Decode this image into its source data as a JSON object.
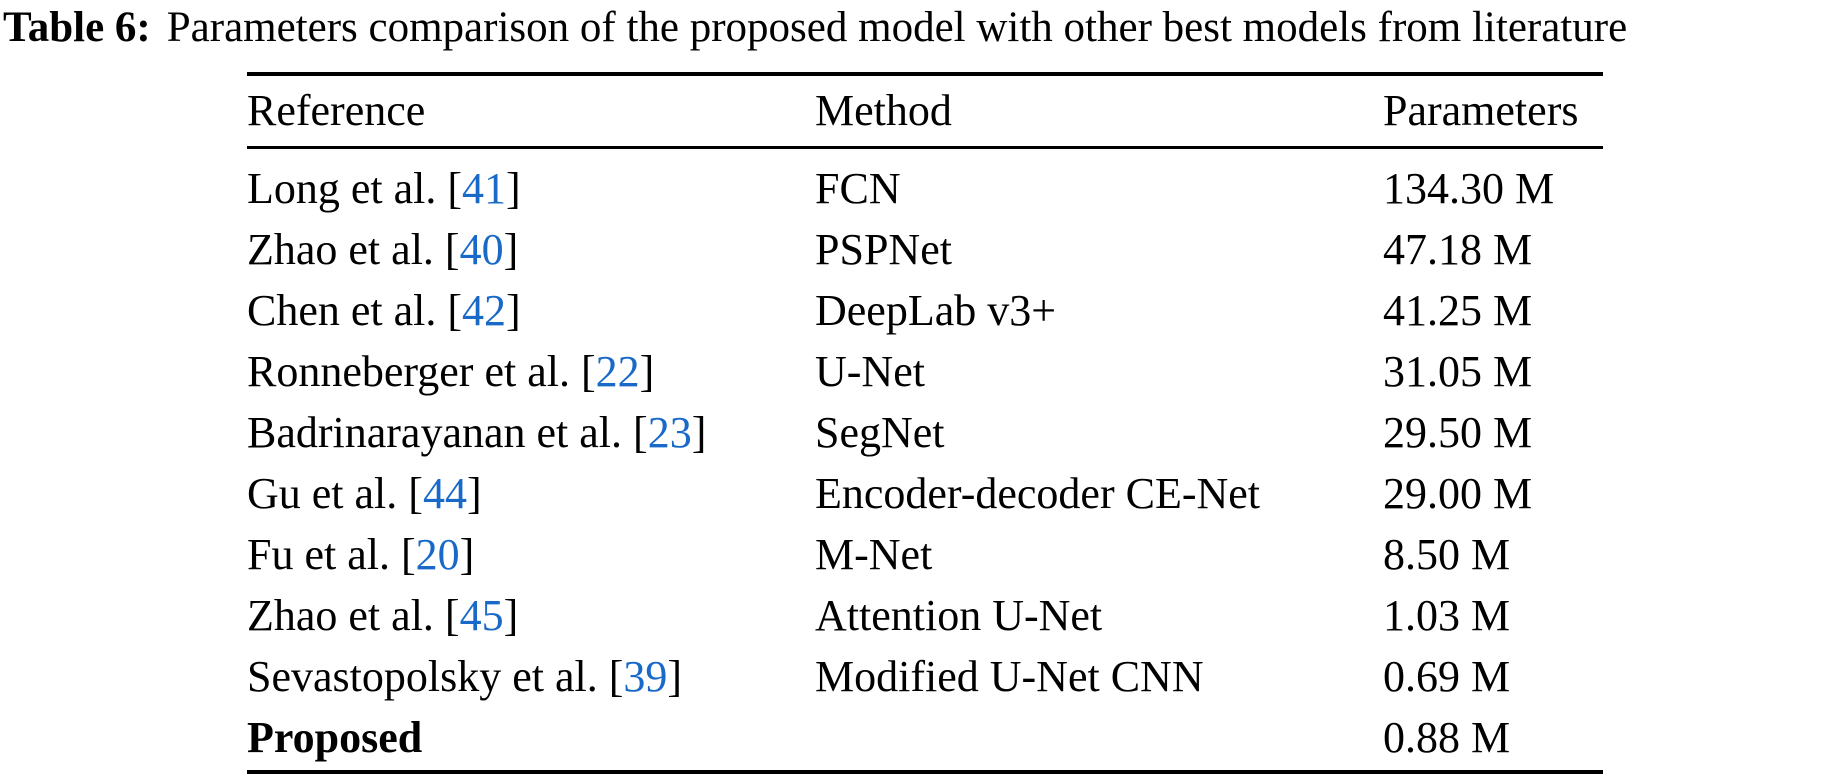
{
  "caption": {
    "label": "Table 6:",
    "text": "Parameters comparison of the proposed model with other best models from literature"
  },
  "table": {
    "columns": [
      "Reference",
      "Method",
      "Parameters"
    ],
    "rows": [
      {
        "reference": "Long et al.",
        "cite": "41",
        "method": "FCN",
        "parameters": "134.30 M",
        "bold": false
      },
      {
        "reference": "Zhao et al.",
        "cite": "40",
        "method": "PSPNet",
        "parameters": "47.18 M",
        "bold": false
      },
      {
        "reference": "Chen et al.",
        "cite": "42",
        "method": "DeepLab v3+",
        "parameters": "41.25 M",
        "bold": false
      },
      {
        "reference": "Ronneberger et al.",
        "cite": "22",
        "method": "U-Net",
        "parameters": "31.05 M",
        "bold": false
      },
      {
        "reference": "Badrinarayanan et al.",
        "cite": "23",
        "method": "SegNet",
        "parameters": "29.50 M",
        "bold": false
      },
      {
        "reference": "Gu et al.",
        "cite": "44",
        "method": "Encoder-decoder CE-Net",
        "parameters": "29.00 M",
        "bold": false
      },
      {
        "reference": "Fu et al.",
        "cite": "20",
        "method": "M-Net",
        "parameters": "8.50 M",
        "bold": false
      },
      {
        "reference": "Zhao et al.",
        "cite": "45",
        "method": "Attention U-Net",
        "parameters": "1.03 M",
        "bold": false
      },
      {
        "reference": "Sevastopolsky et al.",
        "cite": "39",
        "method": "Modified U-Net CNN",
        "parameters": "0.69 M",
        "bold": false
      },
      {
        "reference": "Proposed",
        "cite": "",
        "method": "",
        "parameters": "0.88 M",
        "bold": true
      }
    ]
  },
  "colors": {
    "citation_link": "#1969c8",
    "text": "#000000",
    "background": "#ffffff"
  }
}
